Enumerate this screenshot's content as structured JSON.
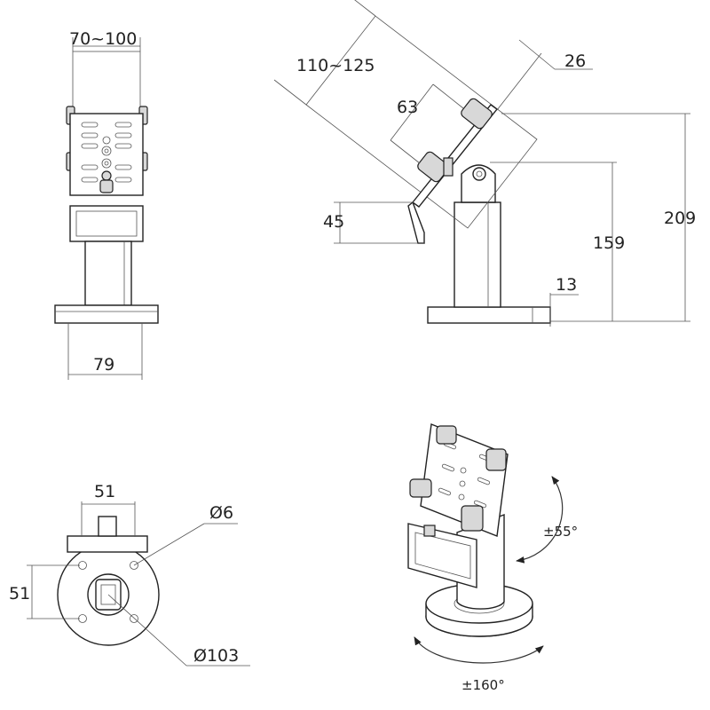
{
  "dimensions": {
    "front_width_range": "70~100",
    "base_width": "79",
    "cradle_length": "110~125",
    "top_offset": "26",
    "clip_spacing": "63",
    "lip_height": "45",
    "pivot_height": "159",
    "total_height": "209",
    "base_thickness": "13",
    "bottom_width": "51",
    "bottom_hole_spacing": "51",
    "hole_diameter": "Ø6",
    "base_diameter": "Ø103"
  },
  "rotation": {
    "tilt": "±55°",
    "swivel": "±160°"
  }
}
